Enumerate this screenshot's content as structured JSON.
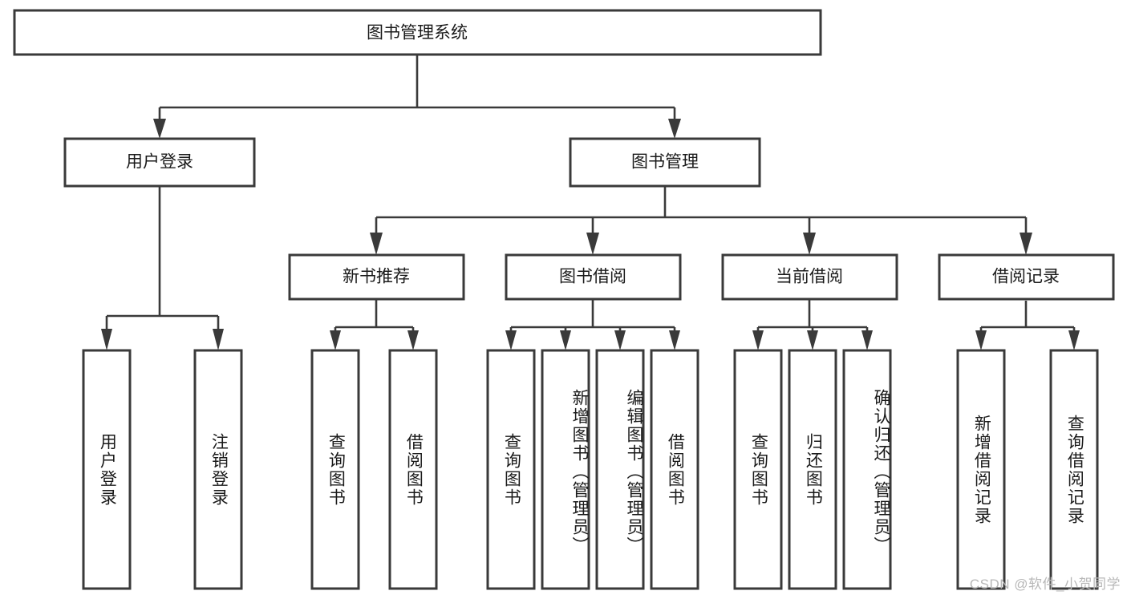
{
  "diagram": {
    "title": "图书管理系统",
    "type": "tree",
    "watermark": "CSDN @软件_小贺同学",
    "colors": {
      "box_stroke": "#3a3a3a",
      "box_fill": "#ffffff",
      "text": "#1a1a1a",
      "background": "#ffffff",
      "watermark": "#b8b8b8"
    },
    "root": {
      "id": "root",
      "label": "图书管理系统"
    },
    "level2": [
      {
        "id": "user-login",
        "label": "用户登录"
      },
      {
        "id": "book-manage",
        "label": "图书管理"
      }
    ],
    "level3": [
      {
        "id": "new-book-recommend",
        "label": "新书推荐",
        "parent": "book-manage"
      },
      {
        "id": "book-borrow",
        "label": "图书借阅",
        "parent": "book-manage"
      },
      {
        "id": "current-borrow",
        "label": "当前借阅",
        "parent": "book-manage"
      },
      {
        "id": "borrow-record",
        "label": "借阅记录",
        "parent": "book-manage"
      }
    ],
    "leaves": [
      {
        "id": "leaf-user-login",
        "label": "用户登录",
        "parent": "user-login"
      },
      {
        "id": "leaf-logout-login",
        "label": "注销登录",
        "parent": "user-login"
      },
      {
        "id": "leaf-query-book-1",
        "label": "查询图书",
        "parent": "new-book-recommend"
      },
      {
        "id": "leaf-borrow-book-1",
        "label": "借阅图书",
        "parent": "new-book-recommend"
      },
      {
        "id": "leaf-query-book-2",
        "label": "查询图书",
        "parent": "book-borrow"
      },
      {
        "id": "leaf-add-book",
        "label": "新增图书（管理员）",
        "parent": "book-borrow"
      },
      {
        "id": "leaf-edit-book",
        "label": "编辑图书（管理员）",
        "parent": "book-borrow"
      },
      {
        "id": "leaf-borrow-book-2",
        "label": "借阅图书",
        "parent": "book-borrow"
      },
      {
        "id": "leaf-query-book-3",
        "label": "查询图书",
        "parent": "current-borrow"
      },
      {
        "id": "leaf-return-book",
        "label": "归还图书",
        "parent": "current-borrow"
      },
      {
        "id": "leaf-confirm-return",
        "label": "确认归还（管理员）",
        "parent": "current-borrow"
      },
      {
        "id": "leaf-add-record",
        "label": "新增借阅记录",
        "parent": "borrow-record"
      },
      {
        "id": "leaf-query-record",
        "label": "查询借阅记录",
        "parent": "borrow-record"
      }
    ]
  }
}
